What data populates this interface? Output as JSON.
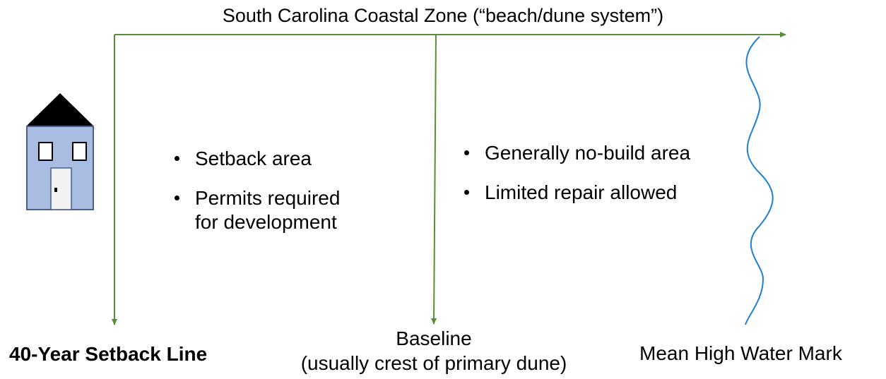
{
  "title": "South Carolina Coastal Zone (“beach/dune system”)",
  "setback_area": {
    "bullets": [
      {
        "text": "Setback area"
      },
      {
        "text": "Permits required\nfor development"
      }
    ]
  },
  "no_build_area": {
    "bullets": [
      {
        "text": "Generally no-build area"
      },
      {
        "text": "Limited repair allowed"
      }
    ]
  },
  "labels": {
    "setback_line": "40-Year Setback Line",
    "baseline": "Baseline",
    "baseline_sub": "(usually crest of primary dune)",
    "mean_high_water": "Mean High Water Mark"
  },
  "colors": {
    "line": "#5b8c3a",
    "house_body": "#a9bde3",
    "house_outline": "#4a5f8a",
    "roof": "#000000",
    "water": "#1f7fd1"
  },
  "icons": {
    "house": "house-icon",
    "water": "wave-line"
  }
}
